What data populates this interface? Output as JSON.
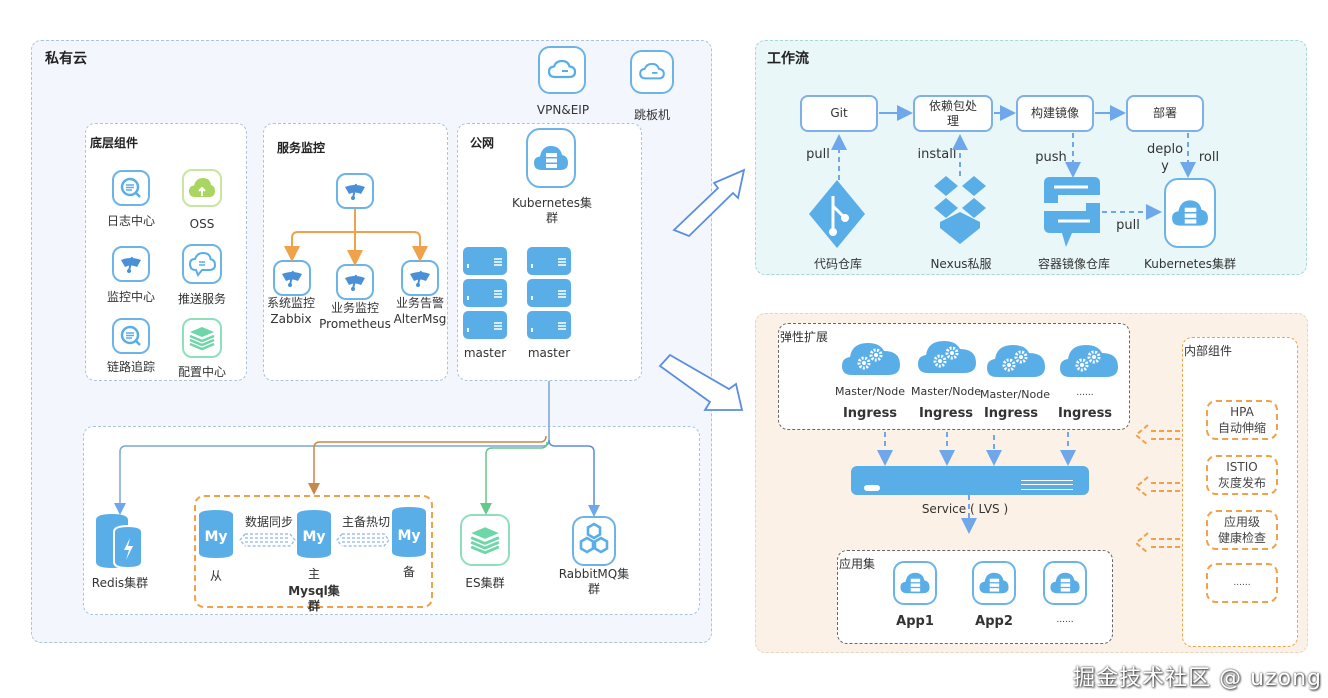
{
  "private_cloud": {
    "title": "私有云",
    "vpn_eip": "VPN&EIP",
    "jump_host": "跳板机",
    "base_components": {
      "title": "底层组件",
      "items": [
        {
          "label": "日志中心",
          "icon": "search-chat-icon"
        },
        {
          "label": "OSS",
          "icon": "cloud-upload-icon"
        },
        {
          "label": "监控中心",
          "icon": "monitor-icon"
        },
        {
          "label": "推送服务",
          "icon": "cloud-message-icon"
        },
        {
          "label": "链路追踪",
          "icon": "search-chat-icon"
        },
        {
          "label": "配置中心",
          "icon": "layers-icon"
        }
      ]
    },
    "service_monitoring": {
      "title": "服务监控",
      "children": [
        {
          "line1": "系统监控",
          "line2": "Zabbix"
        },
        {
          "line1": "业务监控",
          "line2": "Prometheus"
        },
        {
          "line1": "业务告警",
          "line2": "AlterMsg"
        }
      ]
    },
    "public_net": {
      "title": "公网",
      "k8s_label_1": "Kubernetes集",
      "k8s_label_2": "群",
      "masters": [
        "master",
        "master"
      ]
    },
    "data_layer": {
      "redis": "Redis集群",
      "mysql": {
        "slave": "从",
        "master": "主",
        "backup": "备",
        "sync_label": "数据同步",
        "failover_label": "主备热切",
        "cluster_label_1": "Mysql集",
        "cluster_label_2": "群",
        "badge": "My"
      },
      "es": "ES集群",
      "rabbitmq_1": "RabbitMQ集",
      "rabbitmq_2": "群"
    }
  },
  "workflow": {
    "title": "工作流",
    "steps": [
      {
        "line1": "Git",
        "line2": ""
      },
      {
        "line1": "依赖包处",
        "line2": "理"
      },
      {
        "line1": "构建镜像",
        "line2": ""
      },
      {
        "line1": "部署",
        "line2": ""
      }
    ],
    "sources": [
      "代码仓库",
      "Nexus私服",
      "容器镜像仓库",
      "Kubernetes集群"
    ],
    "edge_labels": {
      "pull": "pull",
      "install": "install",
      "push": "push",
      "deploy_1": "deplo",
      "deploy_2": "y",
      "roll": "roll",
      "pull2": "pull"
    }
  },
  "k8s_cluster": {
    "elastic": {
      "title": "弹性扩展",
      "nodes": [
        {
          "name": "Master/Node",
          "ingress": "Ingress"
        },
        {
          "name": "Master/Node",
          "ingress": "Ingress"
        },
        {
          "name": "Master/Node",
          "ingress": "Ingress"
        },
        {
          "name": "......",
          "ingress": "Ingress"
        }
      ]
    },
    "service_label": "Service ( LVS )",
    "apps": {
      "title": "应用集",
      "items": [
        "App1",
        "App2",
        "......"
      ]
    },
    "internal": {
      "title": "内部组件",
      "items": [
        {
          "line1": "HPA",
          "line2": "自动伸缩"
        },
        {
          "line1": "ISTIO",
          "line2": "灰度发布"
        },
        {
          "line1": "应用级",
          "line2": "健康检查"
        },
        {
          "line1": "......",
          "line2": ""
        }
      ]
    }
  },
  "watermark": "掘金技术社区 @ uzong",
  "colors": {
    "primary_blue": "#5aaee8",
    "orange": "#f0a24a",
    "green": "#66c78a",
    "private_bg": "#f3f6fd",
    "workflow_bg": "#e9f7f8",
    "k8s_bg": "#fbf1e6"
  }
}
